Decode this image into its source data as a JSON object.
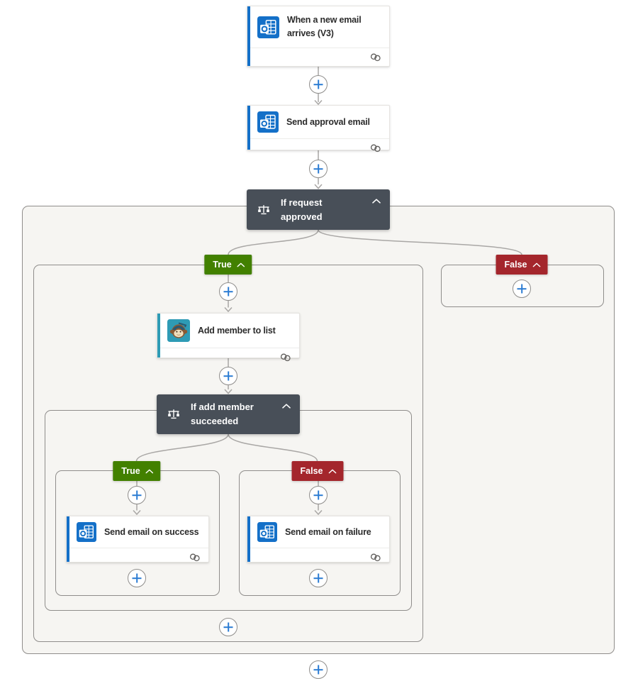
{
  "app": "flow-designer-canvas",
  "nodes": {
    "trigger": {
      "title": "When a new email arrives (V3)",
      "icon": "outlook-mail-icon"
    },
    "send_approval": {
      "title": "Send approval email",
      "icon": "outlook-mail-icon"
    },
    "condition_request": {
      "title": "If request approved",
      "icon": "condition-balance-icon"
    },
    "add_member": {
      "title": "Add member to list",
      "icon": "mailchimp-icon"
    },
    "condition_add_member": {
      "title": "If add member succeeded",
      "icon": "condition-balance-icon"
    },
    "send_success": {
      "title": "Send email on success",
      "icon": "outlook-mail-icon"
    },
    "send_failure": {
      "title": "Send email on failure",
      "icon": "outlook-mail-icon"
    }
  },
  "badges": {
    "true_label": "True",
    "false_label": "False"
  },
  "icons": {
    "card_footer": "connection-link-icon",
    "collapse": "chevron-up-icon",
    "add_step": "plus-icon"
  },
  "colors": {
    "action_accent": "#1470c8",
    "mailchimp_accent": "#2e9bb5",
    "condition_bg": "#484f58",
    "true_badge_bg": "#428000",
    "false_badge_bg": "#a4262c",
    "plus_glyph": "#2b7cd3",
    "connector": "#a9a7a5",
    "container_border": "#8f8d8b",
    "container_fill": "#f6f5f2"
  }
}
